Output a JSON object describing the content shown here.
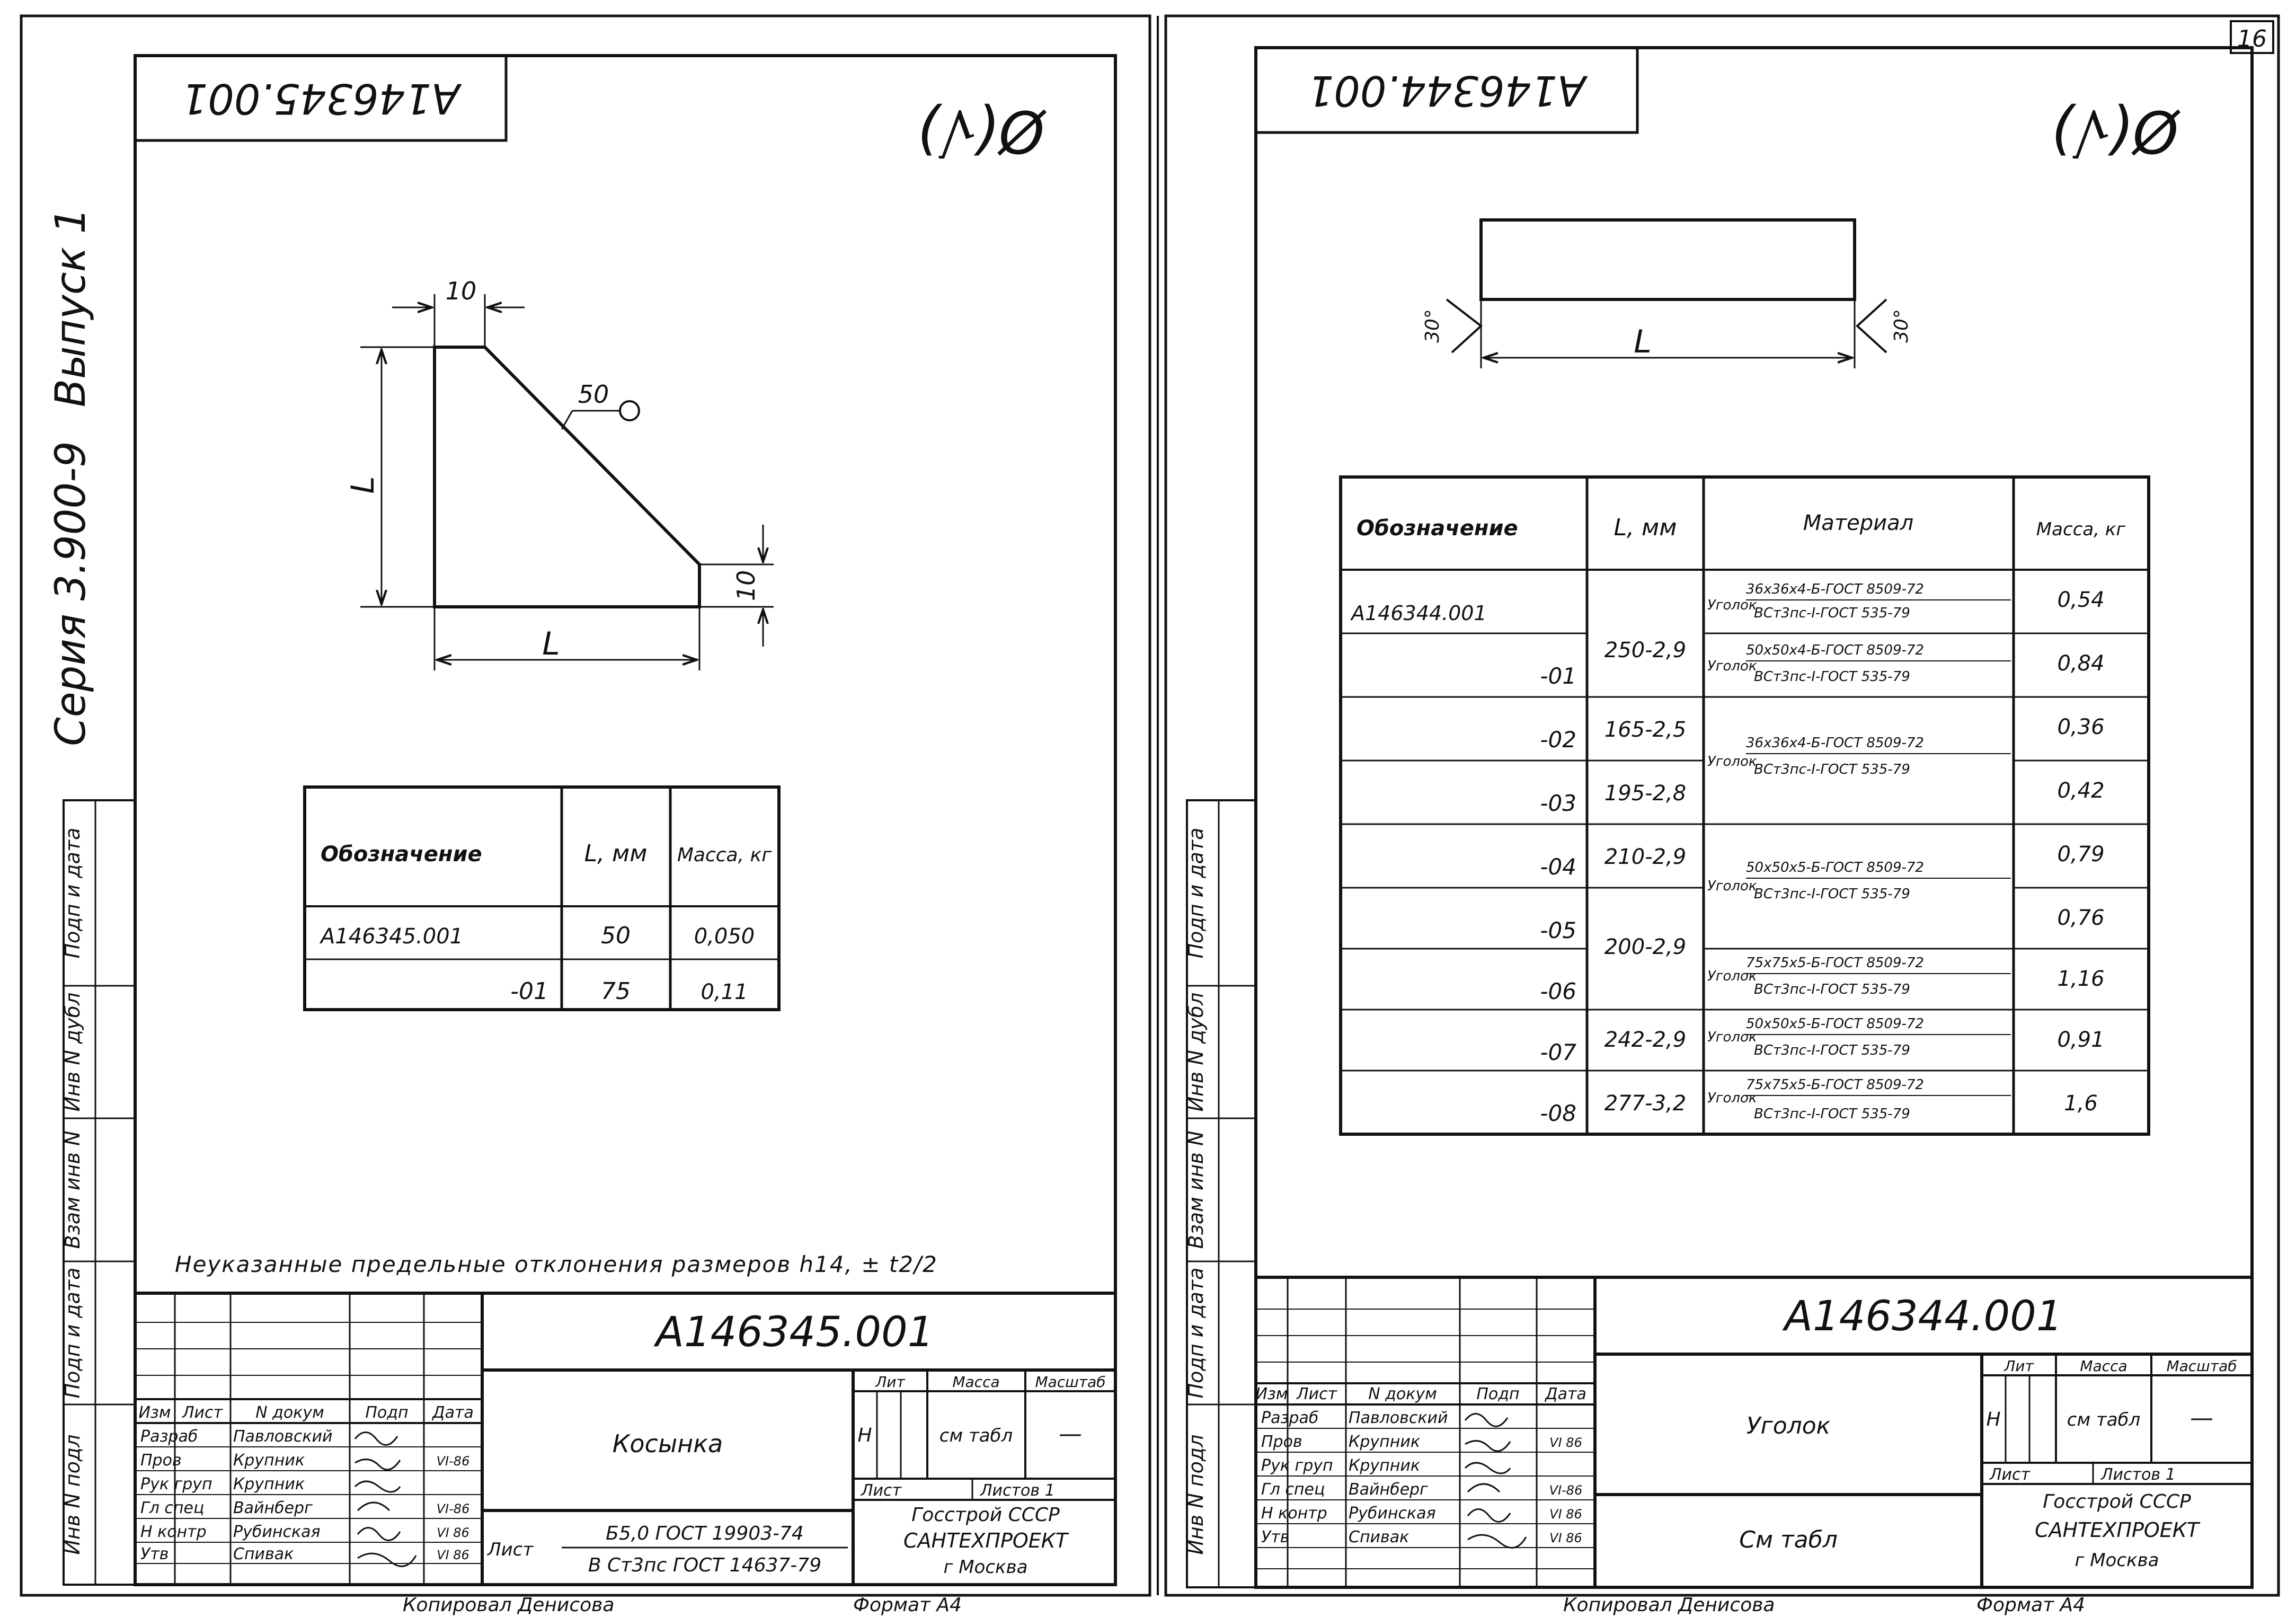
{
  "page_number": "16",
  "left_sheet": {
    "stamp_code": "A146345.001",
    "roughness": "Ø(√)",
    "series_text": "Серия 3.900-9",
    "issue_text": "Выпуск 1",
    "drawing": {
      "dim_top": "10",
      "dim_right": "10",
      "dim_left": "L",
      "dim_bottom": "L",
      "weld_label": "50"
    },
    "table": {
      "headers": [
        "Обозначение",
        "L, мм",
        "Масса, кг"
      ],
      "rows": [
        [
          "А146345.001",
          "50",
          "0,050"
        ],
        [
          "-01",
          "75",
          "0,11"
        ]
      ]
    },
    "note": "Неуказанные предельные отклонения размеров h14, ± t2/2",
    "title_block": {
      "code": "А146345.001",
      "name": "Косынка",
      "material_1": "Б5,0 ГОСТ 19903-74",
      "material_2": "В Ст3пс ГОСТ 14637-79",
      "material_prefix": "Лист",
      "lit_header": "Лит",
      "mass_header": "Масса",
      "scale_header": "Масштаб",
      "lit_value": "Н",
      "mass_value": "см табл",
      "scale_value": "—",
      "sheet_label": "Лист",
      "sheets_label": "Листов 1",
      "org_1": "Госстрой СССР",
      "org_2": "САНТЕХПРОЕКТ",
      "org_3": "г Москва",
      "col_headers": [
        "Изм",
        "Лист",
        "N докум",
        "Подп",
        "Дата"
      ],
      "people": [
        [
          "Разраб",
          "Павловский"
        ],
        [
          "Пров",
          "Крупник"
        ],
        [
          "Рук груп",
          "Крупник"
        ],
        [
          "Гл спец",
          "Вайнберг"
        ],
        [
          "Н контр",
          "Рубинская"
        ],
        [
          "Утв",
          "Спивак"
        ]
      ],
      "dates": [
        "VI-86",
        "VI-86",
        "VI 86",
        "VI 86"
      ],
      "copied_by": "Копировал  Денисова",
      "format": "Формат А4"
    },
    "side_stamp": [
      "Инв N подл",
      "Подп и дата",
      "Взам инв N",
      "Инв N дубл",
      "Подп и дата"
    ]
  },
  "right_sheet": {
    "stamp_code": "А146344.001",
    "roughness": "Ø(√)",
    "drawing": {
      "dim_length": "L",
      "angle_left": "30°",
      "angle_right": "30°"
    },
    "table": {
      "headers": [
        "Обозначение",
        "L, мм",
        "Материал",
        "Масса, кг"
      ],
      "rows": [
        {
          "designation": "А146344.001",
          "mass": "0,54"
        },
        {
          "designation": "-01",
          "mass": "0,84"
        },
        {
          "designation": "-02",
          "mass": "0,36"
        },
        {
          "designation": "-03",
          "mass": "0,42"
        },
        {
          "designation": "-04",
          "mass": "0,79"
        },
        {
          "designation": "-05",
          "mass": "0,76"
        },
        {
          "designation": "-06",
          "mass": "1,16"
        },
        {
          "designation": "-07",
          "mass": "0,91"
        },
        {
          "designation": "-08",
          "mass": "1,6"
        }
      ],
      "lengths": [
        "250-2,9",
        "165-2,5",
        "195-2,8",
        "210-2,9",
        "200-2,9",
        "242-2,9",
        "277-3,2"
      ],
      "materials": [
        {
          "prefix": "Уголок",
          "top": "36x36x4-Б-ГОСТ 8509-72",
          "bottom": "ВСт3пс-I-ГОСТ 535-79"
        },
        {
          "prefix": "Уголок",
          "top": "50x50x4-Б-ГОСТ 8509-72",
          "bottom": "ВСт3пс-I-ГОСТ 535-79"
        },
        {
          "prefix": "Уголок",
          "top": "36x36x4-Б-ГОСТ 8509-72",
          "bottom": "ВСт3пс-I-ГОСТ 535-79"
        },
        {
          "prefix": "Уголок",
          "top": "50x50x5-Б-ГОСТ 8509-72",
          "bottom": "ВСт3пс-I-ГОСТ 535-79"
        },
        {
          "prefix": "Уголок",
          "top": "75x75x5-Б-ГОСТ 8509-72",
          "bottom": "ВСт3пс-I-ГОСТ 535-79"
        },
        {
          "prefix": "Уголок",
          "top": "50x50x5-Б-ГОСТ 8509-72",
          "bottom": "ВСт3пс-I-ГОСТ 535-79"
        },
        {
          "prefix": "Уголок",
          "top": "75x75x5-Б-ГОСТ 8509-72",
          "bottom": "ВСт3пс-I-ГОСТ 535-79"
        }
      ]
    },
    "title_block": {
      "code": "А146344.001",
      "name": "Уголок",
      "material": "См табл",
      "lit_header": "Лит",
      "mass_header": "Масса",
      "scale_header": "Масштаб",
      "lit_value": "Н",
      "mass_value": "см табл",
      "scale_value": "—",
      "sheet_label": "Лист",
      "sheets_label": "Листов 1",
      "org_1": "Госстрой СССР",
      "org_2": "САНТЕХПРОЕКТ",
      "org_3": "г Москва",
      "col_headers": [
        "Изм",
        "Лист",
        "N докум",
        "Подп",
        "Дата"
      ],
      "people": [
        [
          "Разраб",
          "Павловский"
        ],
        [
          "Пров",
          "Крупник"
        ],
        [
          "Рук груп",
          "Крупник"
        ],
        [
          "Гл спец",
          "Вайнберг"
        ],
        [
          "Н контр",
          "Рубинская"
        ],
        [
          "Утв",
          "Спивак"
        ]
      ],
      "dates": [
        "VI 86",
        "VI-86",
        "VI 86",
        "VI 86"
      ],
      "copied_by": "Копировал  Денисова",
      "format": "Формат А4"
    },
    "side_stamp": [
      "Инв N подл",
      "Подп и дата",
      "Взам инв N",
      "Инв N дубл",
      "Подп и дата"
    ]
  }
}
